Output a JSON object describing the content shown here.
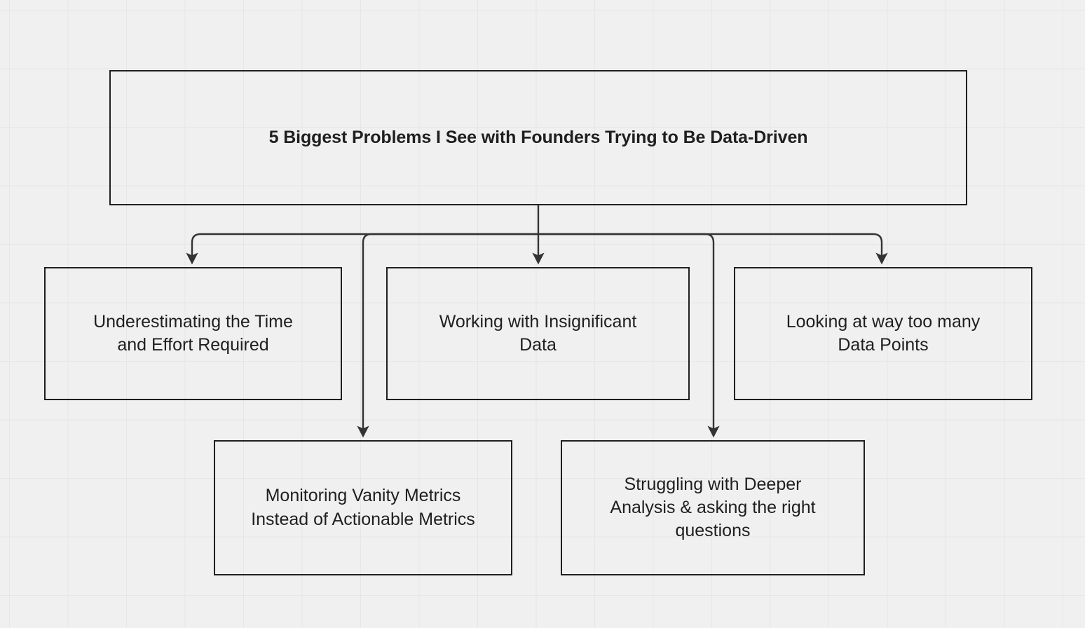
{
  "diagram": {
    "type": "flowchart",
    "direction": "top-down",
    "background_color": "#f0f0f0",
    "grid": "light-square-grid",
    "node_border_color": "#1f1f1f",
    "edge_color": "#333333",
    "text_color": "#1f1f1f",
    "root": {
      "id": "root",
      "label": "5 Biggest Problems I See with Founders Trying to Be Data-Driven",
      "bold": true
    },
    "nodes": [
      {
        "id": "time",
        "label": "Underestimating the Time\nand Effort Required",
        "row": 2
      },
      {
        "id": "vanity",
        "label": "Monitoring Vanity Metrics\nInstead of Actionable Metrics",
        "row": 3
      },
      {
        "id": "insignificant",
        "label": "Working with Insignificant\nData",
        "row": 2
      },
      {
        "id": "deeper",
        "label": "Struggling with Deeper\nAnalysis & asking the right\nquestions",
        "row": 3
      },
      {
        "id": "points",
        "label": "Looking at way too many\nData Points",
        "row": 2
      }
    ],
    "edges": [
      {
        "from": "root",
        "to": "time"
      },
      {
        "from": "root",
        "to": "vanity"
      },
      {
        "from": "root",
        "to": "insignificant"
      },
      {
        "from": "root",
        "to": "deeper"
      },
      {
        "from": "root",
        "to": "points"
      }
    ]
  }
}
